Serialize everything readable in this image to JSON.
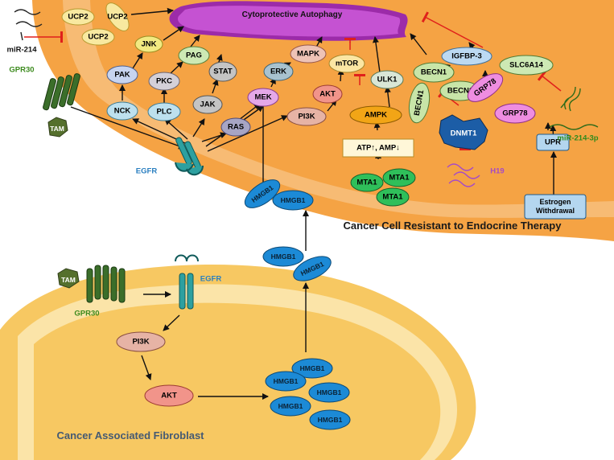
{
  "autophagy": "Cytoprotective Autophagy",
  "cell1": "Cancer Cell Resistant to Endocrine Therapy",
  "cell2": "Cancer Associated Fibroblast",
  "n": {
    "ucp2": "UCP2",
    "mir214": "miR-214",
    "gpr30": "GPR30",
    "tam": "TAM",
    "egfr": "EGFR",
    "jnk": "JNK",
    "pak": "PAK",
    "pag": "PAG",
    "pkc": "PKC",
    "stat": "STAT",
    "nck": "NCK",
    "plc": "PLC",
    "jak": "JAK",
    "ras": "RAS",
    "mek": "MEK",
    "erk": "ERK",
    "mapk": "MAPK",
    "pi3k": "PI3K",
    "akt": "AKT",
    "mtor": "mTOR",
    "ulk1": "ULK1",
    "ampk": "AMPK",
    "atp": "ATP↑, AMP↓",
    "mta1": "MTA1",
    "becn1": "BECN1",
    "igfbp3": "IGFBP-3",
    "slc6a14": "SLC6A14",
    "grp78": "GRP78",
    "dnmt1": "DNMT1",
    "h19": "H19",
    "mir2143p": "miR-214-3p",
    "upr": "UPR",
    "estrogen": "Estrogen Withdrawal",
    "hmgb1": "HMGB1"
  }
}
